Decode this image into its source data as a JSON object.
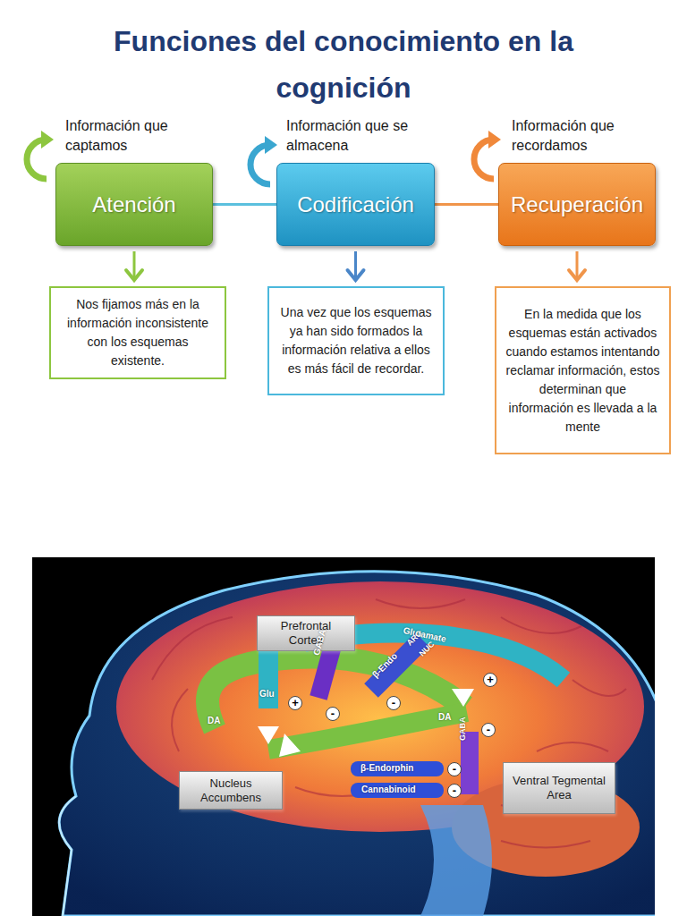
{
  "diagram": {
    "title": "Funciones del conocimiento en la cognición",
    "nodes": [
      {
        "text": [
          "Información que captamos",
          "Atención"
        ]
      },
      {
        "text": [
          "Información que se almacena",
          "Codificación"
        ]
      },
      {
        "text": [
          "Información que recordamos",
          "Recuperación"
        ]
      },
      {
        "text": [
          "Nos fijamos más en la información inconsistente con los esquemas existente."
        ]
      },
      {
        "text": [
          "Una vez que los esquemas ya han sido formados la información relativa a ellos es más fácil de recordar."
        ]
      },
      {
        "text": [
          "En la medida que los esquemas están activados cuando estamos intentando reclamar información, estos determinan que información es llevada a la mente"
        ]
      },
      {
        "text": [
          "Prefrontal Cortex"
        ]
      },
      {
        "text": [
          "Nucleus Accumbens"
        ]
      },
      {
        "text": [
          "Ventral Tegmental Area"
        ]
      }
    ],
    "edges": [
      {
        "from": 0,
        "to": 1,
        "arrow": "none"
      },
      {
        "from": 1,
        "to": 2,
        "arrow": "none"
      },
      {
        "from": 0,
        "to": 3,
        "arrow": "to"
      },
      {
        "from": 1,
        "to": 4,
        "arrow": "to"
      },
      {
        "from": 2,
        "to": 5,
        "arrow": "to"
      }
    ],
    "labels": [
      "Glutamate",
      "Glu",
      "GABA",
      "β-Endo",
      "ARC",
      "NUC",
      "DA",
      "DA",
      "GABA",
      "β-Endorphin",
      "Cannabinoid",
      "+",
      "-",
      "-",
      "+",
      "-",
      "-",
      "-"
    ]
  }
}
